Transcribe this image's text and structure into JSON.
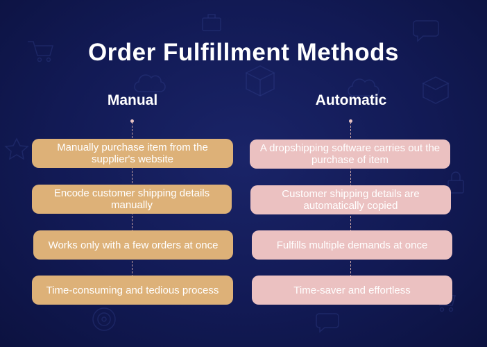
{
  "title": "Order Fulfillment Methods",
  "colors": {
    "background": "#121a55",
    "manual_box": "#ddb178",
    "automatic_box": "#ebc1c1",
    "text": "#ffffff"
  },
  "columns": [
    {
      "heading": "Manual",
      "items": [
        "Manually purchase item from the supplier's website",
        "Encode customer shipping details manually",
        "Works only with a few orders at once",
        "Time-consuming and tedious process"
      ]
    },
    {
      "heading": "Automatic",
      "items": [
        "A dropshipping software carries out the purchase of item",
        "Customer shipping details are automatically copied",
        "Fulfills multiple demands at once",
        "Time-saver and effortless"
      ]
    }
  ],
  "background_icons": [
    "cart-icon",
    "box-icon",
    "briefcase-icon",
    "chat-icon",
    "cloud-icon",
    "lock-icon",
    "star-icon",
    "target-icon"
  ]
}
